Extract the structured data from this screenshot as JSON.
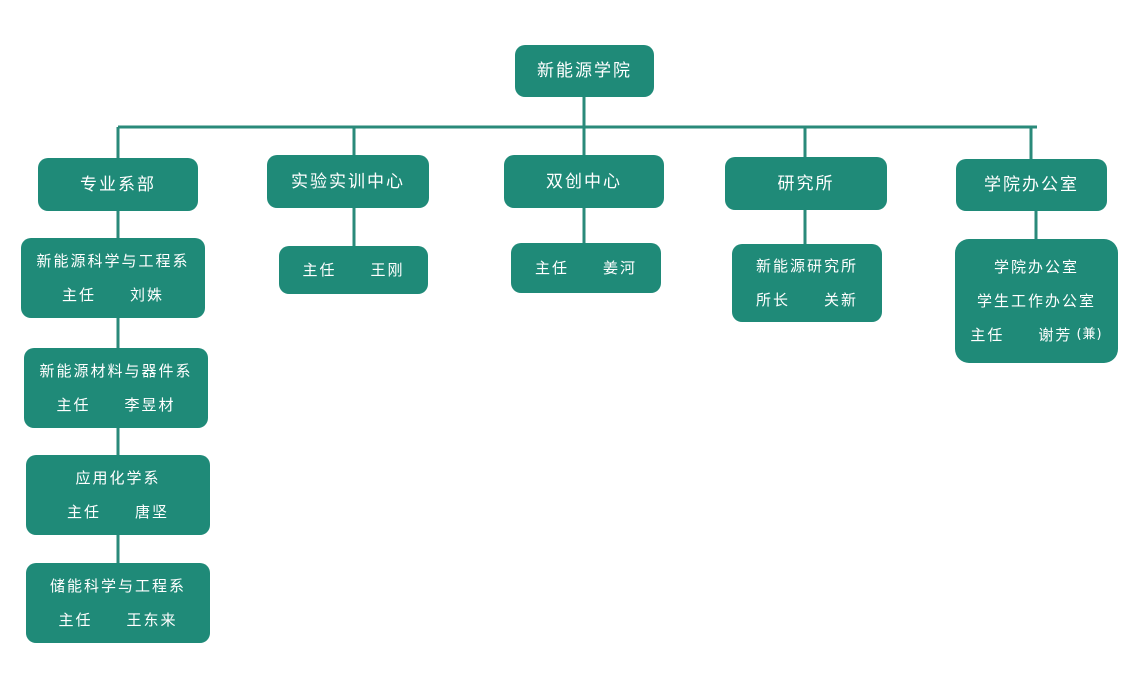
{
  "root": {
    "label": "新能源学院"
  },
  "units": [
    {
      "id": "dept",
      "label": "专业系部"
    },
    {
      "id": "lab",
      "label": "实验实训中心"
    },
    {
      "id": "innov",
      "label": "双创中心"
    },
    {
      "id": "inst",
      "label": "研究所"
    },
    {
      "id": "office",
      "label": "学院办公室"
    }
  ],
  "departments": [
    {
      "name": "新能源科学与工程系",
      "role": "主任",
      "person": "刘姝"
    },
    {
      "name": "新能源材料与器件系",
      "role": "主任",
      "person": "李昱材"
    },
    {
      "name": "应用化学系",
      "role": "主任",
      "person": "唐坚"
    },
    {
      "name": "储能科学与工程系",
      "role": "主任",
      "person": "王东来"
    }
  ],
  "lab_head": {
    "role": "主任",
    "person": "王刚"
  },
  "innov_head": {
    "role": "主任",
    "person": "姜河"
  },
  "institute": {
    "name": "新能源研究所",
    "role": "所长",
    "person": "关新"
  },
  "office_detail": {
    "line1": "学院办公室",
    "line2": "学生工作办公室",
    "role": "主任",
    "person": "谢芳",
    "note": "(兼)"
  },
  "colors": {
    "box": "#1f8a78",
    "line": "#2a8a7a",
    "text": "#ffffff"
  }
}
